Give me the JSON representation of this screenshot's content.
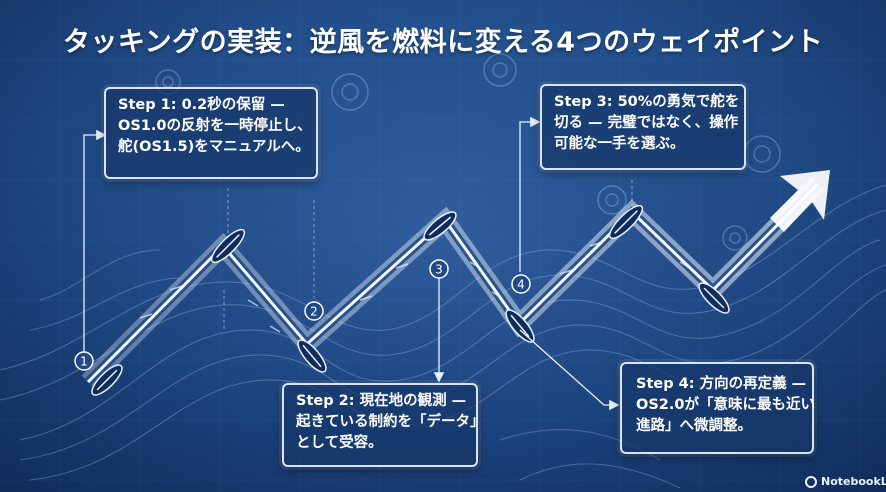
{
  "title": "タッキングの実装：逆風を燃料に変える4つのウェイポイント",
  "steps": [
    {
      "marker": "1",
      "lines": [
        "Step 1: 0.2秒の保留 —",
        "OS1.0の反射を一時停止し、",
        "舵(OS1.5)をマニュアルへ。"
      ]
    },
    {
      "marker": "2",
      "lines": [
        "Step 2: 現在地の観測 —",
        "起きている制約を「データ」",
        "として受容。"
      ]
    },
    {
      "marker": "3",
      "lines": [
        "Step 3: 50%の勇気で舵を",
        "切る — 完璧ではなく、操作",
        "可能な一手を選ぶ。"
      ]
    },
    {
      "marker": "4",
      "lines": [
        "Step 4: 方向の再定義 —",
        "OS2.0が「意味に最も近い",
        "進路」へ微調整。"
      ]
    }
  ],
  "badge": "NotebookLM",
  "colors": {
    "background": "#1f4a86",
    "line": "#e9f0ff",
    "accent": "#ffffff"
  },
  "icons": [
    "sailboat-icon",
    "gear-icon",
    "arrow-icon",
    "notebooklm-logo-icon"
  ]
}
